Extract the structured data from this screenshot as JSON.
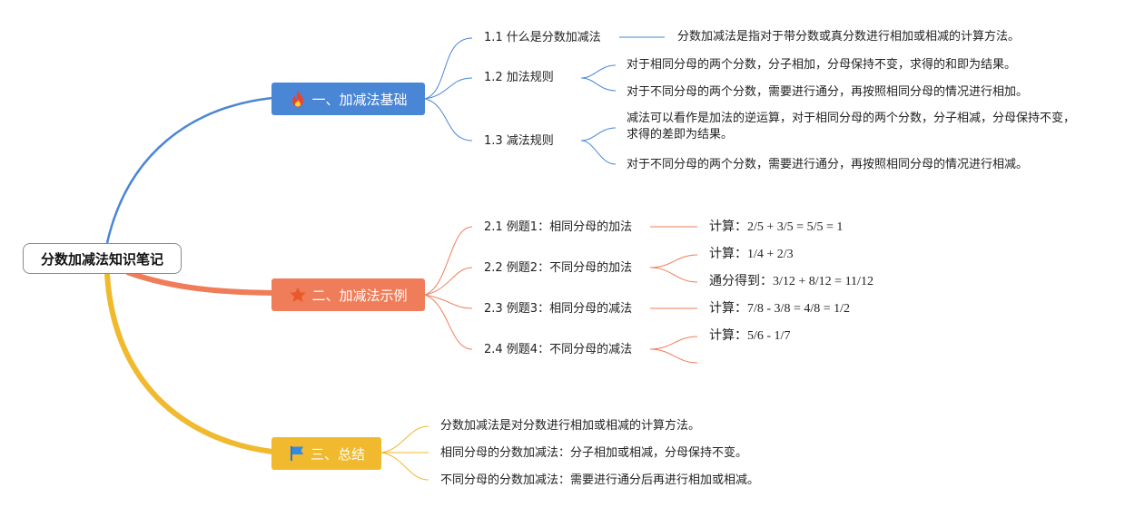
{
  "root": {
    "title": "分数加减法知识笔记"
  },
  "colors": {
    "blue": "#4a86d6",
    "orange": "#f07d5a",
    "yellow": "#f0b92e"
  },
  "branches": [
    {
      "label": "一、加减法基础",
      "icon": "fire-icon",
      "topics": [
        {
          "label": "1.1 什么是分数加减法",
          "details": [
            "分数加减法是指对于带分数或真分数进行相加或相减的计算方法。"
          ]
        },
        {
          "label": "1.2 加法规则",
          "details": [
            "对于相同分母的两个分数，分子相加，分母保持不变，求得的和即为结果。",
            "对于不同分母的两个分数，需要进行通分，再按照相同分母的情况进行相加。"
          ]
        },
        {
          "label": "1.3 减法规则",
          "details": [
            "减法可以看作是加法的逆运算，对于相同分母的两个分数，分子相减，分母保持不变，求得的差即为结果。",
            "对于不同分母的两个分数，需要进行通分，再按照相同分母的情况进行相减。"
          ]
        }
      ]
    },
    {
      "label": "二、加减法示例",
      "icon": "star-icon",
      "topics": [
        {
          "label": "2.1 例题1：相同分母的加法",
          "details": [
            "计算：2/5 + 3/5 = 5/5 = 1"
          ]
        },
        {
          "label": "2.2 例题2：不同分母的加法",
          "details": [
            "计算：1/4 + 2/3",
            "通分得到：3/12 + 8/12 = 11/12"
          ]
        },
        {
          "label": "2.3 例题3：相同分母的减法",
          "details": [
            "计算：7/8 - 3/8 = 4/8 = 1/2"
          ]
        },
        {
          "label": "2.4 例题4：不同分母的减法",
          "details": [
            "计算：5/6 - 1/7",
            ""
          ]
        }
      ]
    },
    {
      "label": "三、总结",
      "icon": "flag-icon",
      "points": [
        "分数加减法是对分数进行相加或相减的计算方法。",
        "相同分母的分数加减法：分子相加或相减，分母保持不变。",
        "不同分母的分数加减法：需要进行通分后再进行相加或相减。"
      ]
    }
  ]
}
